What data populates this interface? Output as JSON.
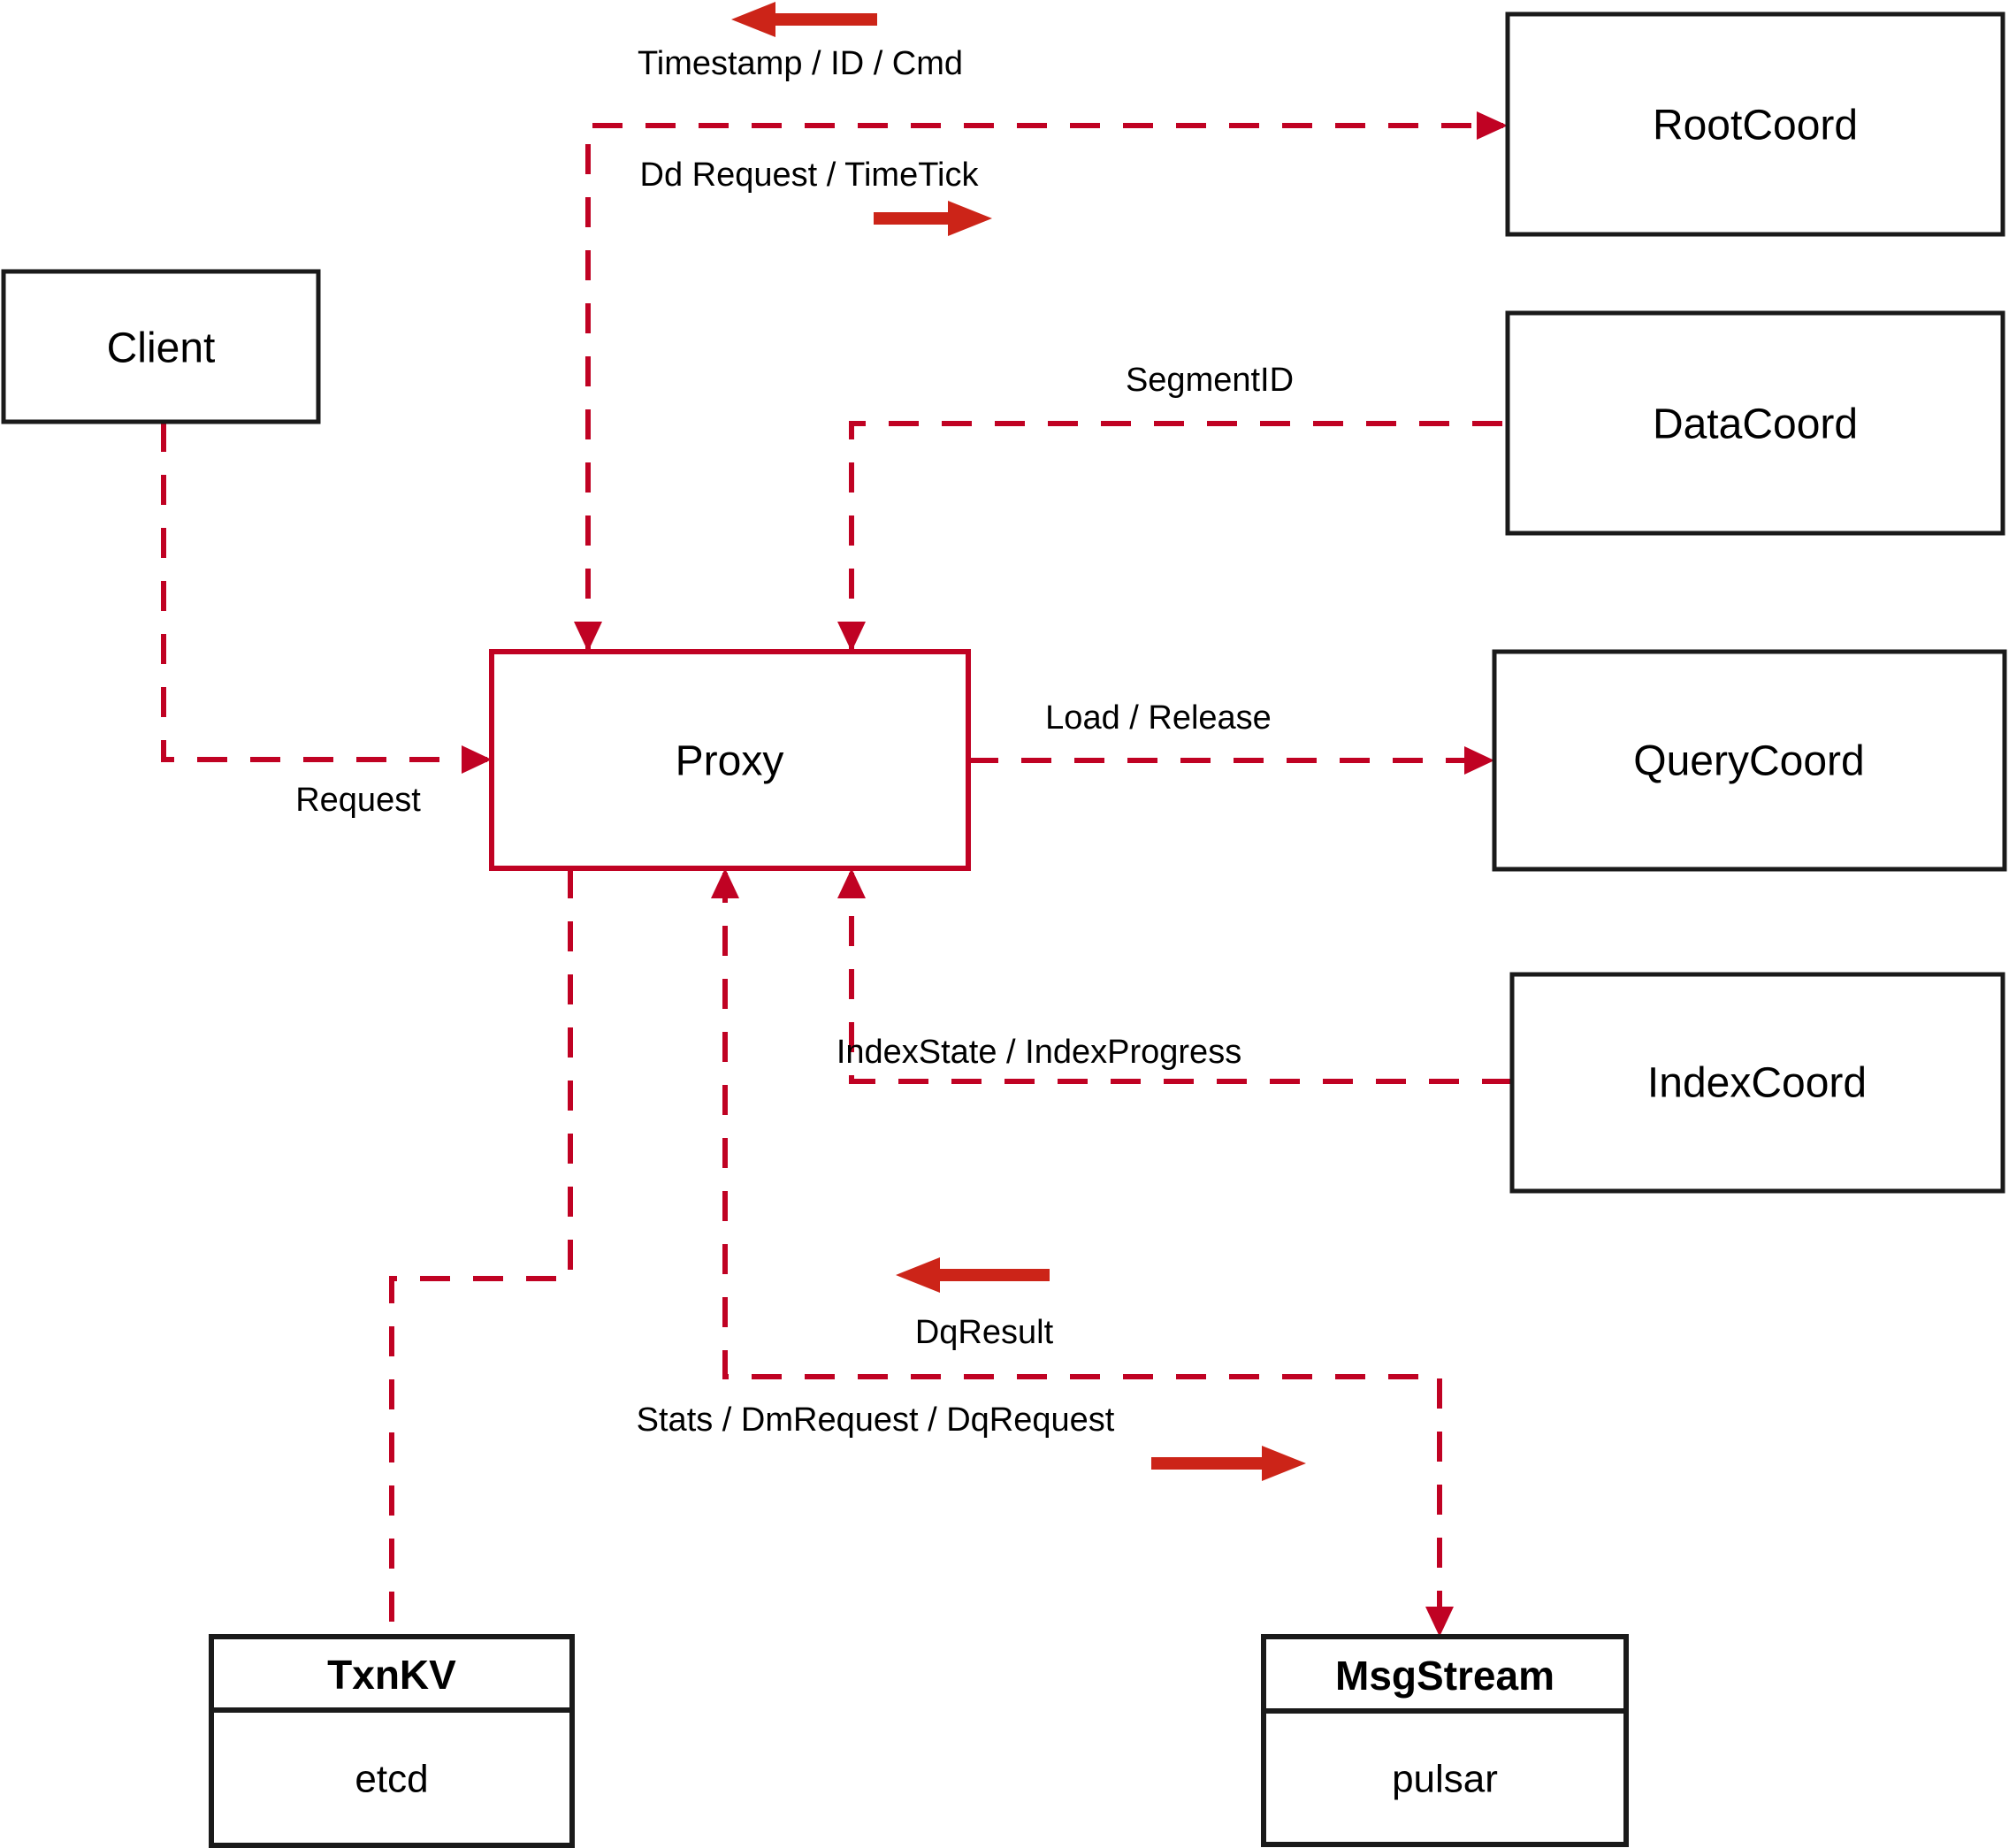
{
  "diagram": {
    "colors": {
      "dashed_line": "#c00223",
      "solid_arrow": "#cc2418",
      "box_border": "#1a1a1a",
      "text": "#000000",
      "background": "#ffffff"
    },
    "nodes": {
      "client": {
        "label": "Client"
      },
      "root_coord": {
        "label": "RootCoord"
      },
      "data_coord": {
        "label": "DataCoord"
      },
      "query_coord": {
        "label": "QueryCoord"
      },
      "index_coord": {
        "label": "IndexCoord"
      },
      "proxy": {
        "label": "Proxy"
      },
      "txn_kv": {
        "title": "TxnKV",
        "subtitle": "etcd"
      },
      "msg_stream": {
        "title": "MsgStream",
        "subtitle": "pulsar"
      }
    },
    "edges": {
      "timestamp_id_cmd": {
        "label": "Timestamp / ID / Cmd",
        "from": "RootCoord",
        "to": "Proxy"
      },
      "dd_request_timetick": {
        "label": "Dd Request / TimeTick",
        "from": "Proxy",
        "to": "RootCoord"
      },
      "segment_id": {
        "label": "SegmentID",
        "from": "DataCoord",
        "to": "Proxy"
      },
      "request": {
        "label": "Request",
        "from": "Client",
        "to": "Proxy"
      },
      "load_release": {
        "label": "Load / Release",
        "from": "Proxy",
        "to": "QueryCoord"
      },
      "index_state_progress": {
        "label": "IndexState / IndexProgress",
        "from": "IndexCoord",
        "to": "Proxy"
      },
      "dq_result": {
        "label": "DqResult",
        "from": "MsgStream",
        "to": "Proxy"
      },
      "stats_dm_dq_request": {
        "label": "Stats / DmRequest / DqRequest",
        "from": "Proxy",
        "to": "MsgStream"
      },
      "proxy_txn_kv": {
        "label": "",
        "from": "Proxy",
        "to": "TxnKV"
      }
    }
  }
}
